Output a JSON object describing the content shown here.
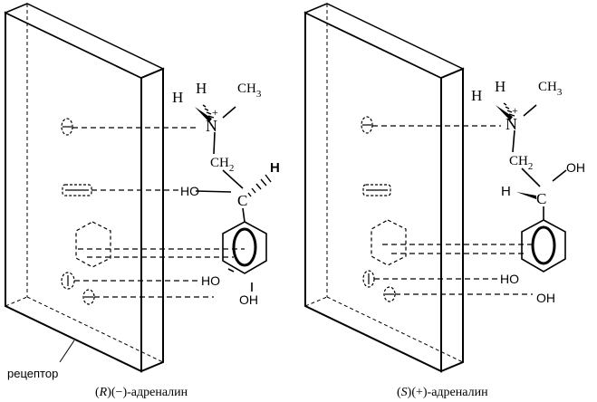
{
  "left": {
    "atoms": {
      "h1": "H",
      "h2": "H",
      "n": "N",
      "plus": "+",
      "ch3": "CH",
      "ch3_sub": "3",
      "ch2": "CH",
      "ch2_sub": "2",
      "c": "C",
      "h_stereo": "H",
      "ho_top": "HO",
      "ho_ring_a": "HO",
      "ho_ring_b": "OH"
    },
    "receptor_label": "рецептор",
    "caption_prefix": "(",
    "caption_letter": "R",
    "caption_rest": ")(−)-адреналин"
  },
  "right": {
    "atoms": {
      "h1": "H",
      "h2": "H",
      "n": "N",
      "plus": "+",
      "ch3": "CH",
      "ch3_sub": "3",
      "ch2": "CH",
      "ch2_sub": "2",
      "c": "C",
      "h_stereo": "H",
      "oh_top": "OH",
      "ho_ring_a": "HO",
      "ho_ring_b": "OH"
    },
    "caption_prefix": "(",
    "caption_letter": "S",
    "caption_rest": ")(+)-адреналин"
  }
}
